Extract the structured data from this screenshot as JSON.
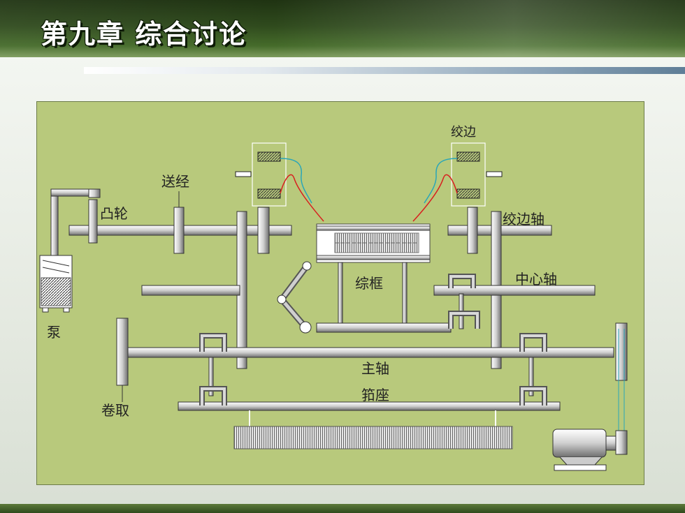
{
  "slide": {
    "title": "第九章  综合讨论"
  },
  "diagram": {
    "labels": {
      "pump": "泵",
      "cam": "凸轮",
      "let_off": "送经",
      "leno": "绞边",
      "leno_shaft": "绞边轴",
      "heald_frame": "综框",
      "center_shaft": "中心轴",
      "main_shaft": "主轴",
      "reed_seat": "筘座",
      "take_up": "卷取"
    }
  }
}
